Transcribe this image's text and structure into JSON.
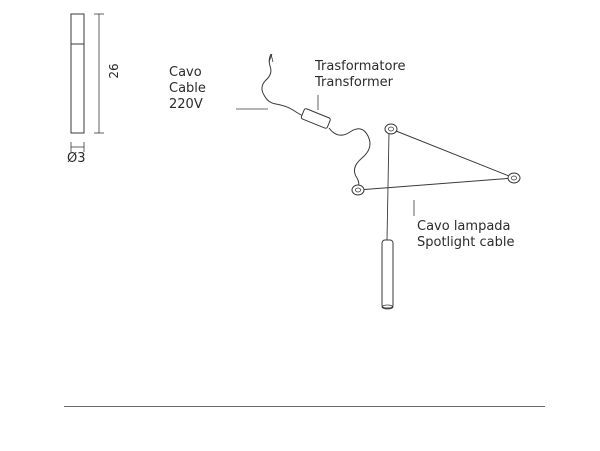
{
  "dimensions": {
    "height_value": "26",
    "diameter_value": "Ø3"
  },
  "labels": {
    "cable_it": "Cavo",
    "cable_en": "Cable",
    "cable_voltage": "220V",
    "transformer_it": "Trasformatore",
    "transformer_en": "Transformer",
    "lamp_cable_it": "Cavo lampada",
    "lamp_cable_en": "Spotlight cable"
  },
  "colors": {
    "line": "#3a3a3a",
    "text": "#2b2b2b",
    "rule": "#6a6a6a"
  }
}
